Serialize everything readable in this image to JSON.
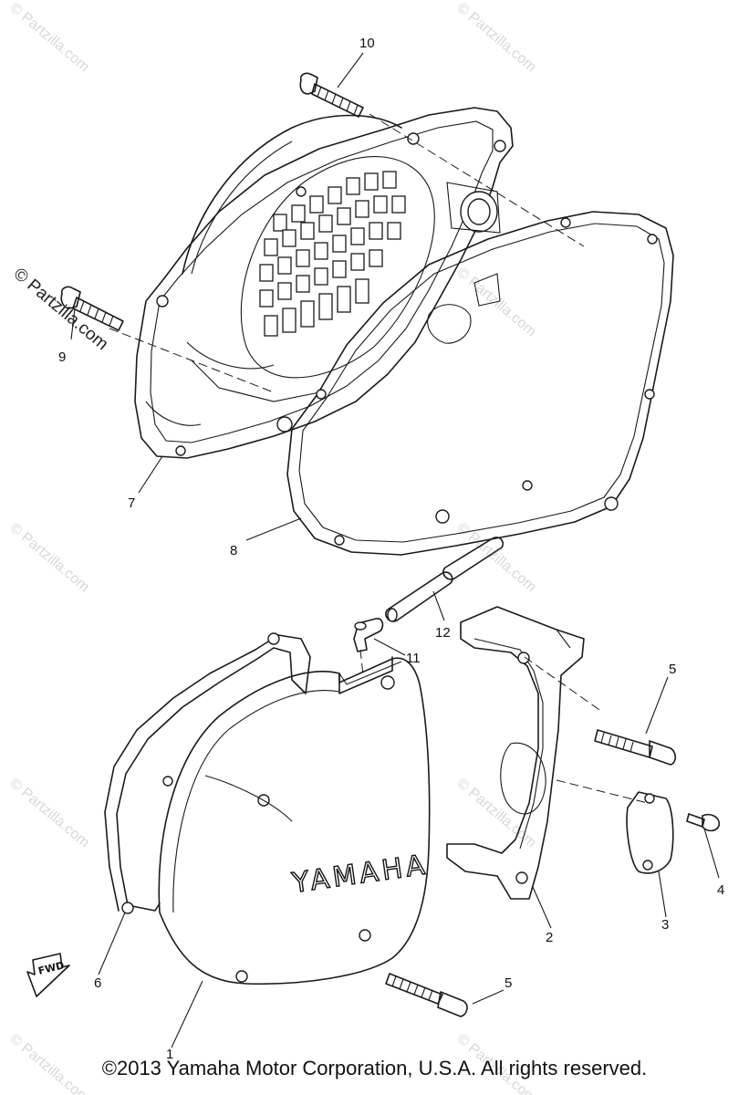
{
  "watermark": {
    "text": "© Partzilla.com",
    "side_text": "© Partzilla.com"
  },
  "brand_text": "YAMAHA",
  "fwd_text": "FWD",
  "copyright": "©2013  Yamaha Motor Corporation, U.S.A. All rights reserved.",
  "callouts": [
    {
      "id": "1",
      "label": "1"
    },
    {
      "id": "2",
      "label": "2"
    },
    {
      "id": "3",
      "label": "3"
    },
    {
      "id": "4",
      "label": "4"
    },
    {
      "id": "5a",
      "label": "5"
    },
    {
      "id": "5b",
      "label": "5"
    },
    {
      "id": "6",
      "label": "6"
    },
    {
      "id": "7",
      "label": "7"
    },
    {
      "id": "8",
      "label": "8"
    },
    {
      "id": "9",
      "label": "9"
    },
    {
      "id": "10",
      "label": "10"
    },
    {
      "id": "11",
      "label": "11"
    },
    {
      "id": "12",
      "label": "12"
    }
  ]
}
